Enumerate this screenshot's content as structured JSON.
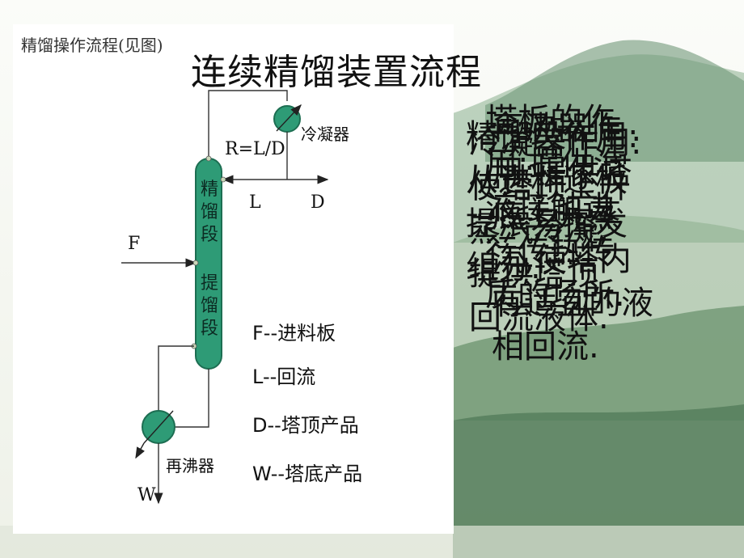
{
  "slide": {
    "title": "连续精馏装置流程",
    "subtitle": "精馏操作流程(见图)"
  },
  "diagram": {
    "condenser_label": "冷凝器",
    "reboiler_label": "再沸器",
    "reflux_ratio_label": "R=L/D",
    "stream_L": "L",
    "stream_D": "D",
    "stream_F": "F",
    "stream_W": "W",
    "column_upper": [
      "精",
      "馏",
      "段"
    ],
    "column_lower": [
      "提",
      "馏",
      "段"
    ],
    "legend": [
      "F--进料板",
      "L--回流",
      "D--塔顶产品",
      "W--塔底产品"
    ]
  },
  "overlay_text": {
    "layer1": "塔板的作\n用:提供汽\n液接触进\n行传热传\n质的场所.",
    "layer2": "精馏段作用:\n从进料逐板\n提浓易挥发\n组分.",
    "layer3": "冷凝器作用:\n使塔顶上升\n蒸汽冷凝,\n提供塔顶\n回流液体.",
    "layer4": "再沸器作\n用:提供塔\n底上升蒸\n汽,使塔内\n有适宜的液\n相回流."
  },
  "colors": {
    "column_fill": "#2e9b76",
    "column_stroke": "#1d6e52",
    "text": "#111111"
  }
}
